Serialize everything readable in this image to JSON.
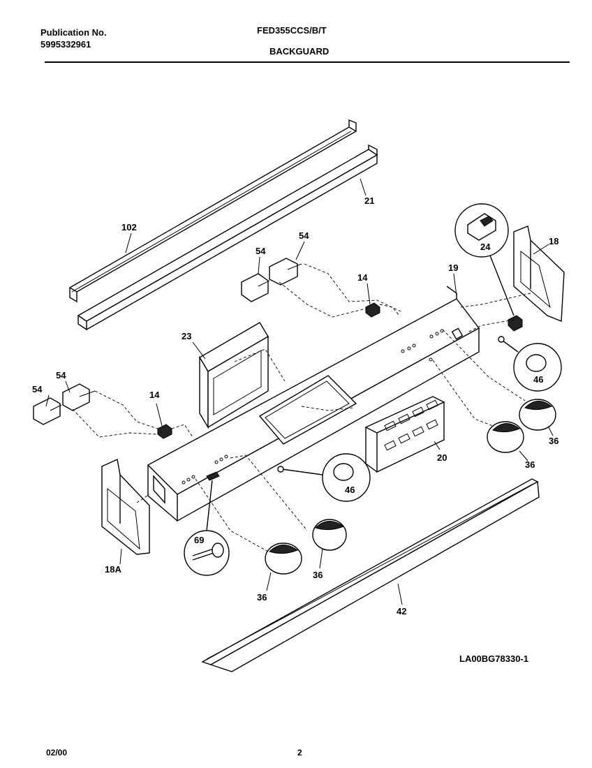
{
  "header": {
    "publication_label": "Publication No.",
    "publication_number": "5995332961",
    "model": "FED355CCS/B/T",
    "section": "BACKGUARD"
  },
  "parts": [
    {
      "id": "p102",
      "num": "102"
    },
    {
      "id": "p21",
      "num": "21"
    },
    {
      "id": "p54a",
      "num": "54"
    },
    {
      "id": "p54b",
      "num": "54"
    },
    {
      "id": "p14a",
      "num": "14"
    },
    {
      "id": "p19",
      "num": "19"
    },
    {
      "id": "p24",
      "num": "24"
    },
    {
      "id": "p18",
      "num": "18"
    },
    {
      "id": "p23",
      "num": "23"
    },
    {
      "id": "p54c",
      "num": "54"
    },
    {
      "id": "p54d",
      "num": "54"
    },
    {
      "id": "p14b",
      "num": "14"
    },
    {
      "id": "p46a",
      "num": "46"
    },
    {
      "id": "p36a",
      "num": "36"
    },
    {
      "id": "p36b",
      "num": "36"
    },
    {
      "id": "p20",
      "num": "20"
    },
    {
      "id": "p46b",
      "num": "46"
    },
    {
      "id": "p69",
      "num": "69"
    },
    {
      "id": "p18A",
      "num": "18A"
    },
    {
      "id": "p36c",
      "num": "36"
    },
    {
      "id": "p36d",
      "num": "36"
    },
    {
      "id": "p42",
      "num": "42"
    }
  ],
  "diagram_code": "LA00BG78330-1",
  "footer": {
    "date": "02/00",
    "page": "2"
  }
}
